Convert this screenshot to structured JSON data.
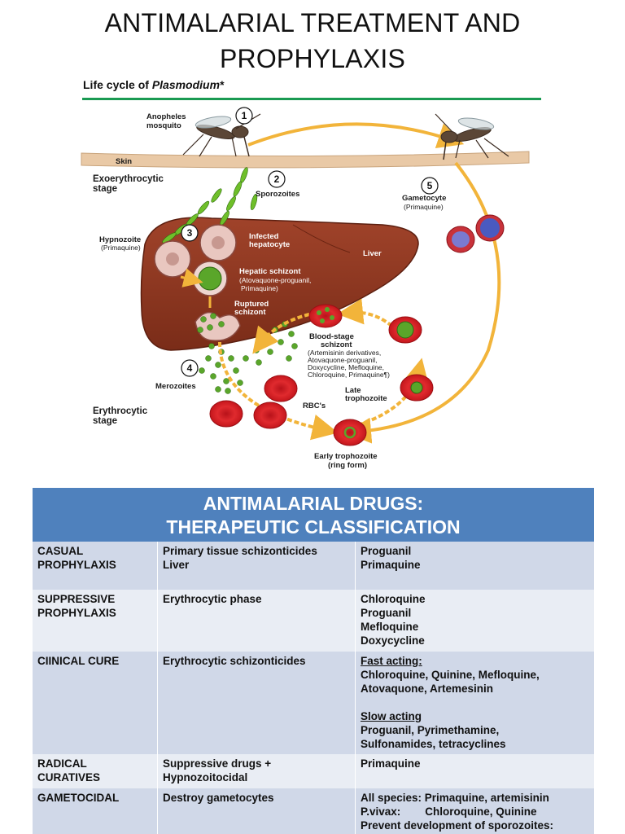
{
  "title": {
    "line1": "ANTIMALARIAL TREATMENT AND",
    "line2": "PROPHYLAXIS"
  },
  "figure": {
    "title_prefix": "Life cycle of ",
    "title_italic": "Plasmodium",
    "title_suffix": "*",
    "labels": {
      "mosquito": [
        "Anopheles",
        "mosquito"
      ],
      "skin": "Skin",
      "exo_stage": [
        "Exoerythrocytic",
        "stage"
      ],
      "sporozoites": "Sporozoites",
      "gametocyte": "Gametocyte",
      "gametocyte_drug": "(Primaquine)",
      "hypnozoite": "Hypnozoite",
      "hypnozoite_drug": "(Primaquine)",
      "infected_hepatocyte": [
        "Infected",
        "hepatocyte"
      ],
      "liver": "Liver",
      "hepatic_schizont": "Hepatic schizont",
      "hepatic_schizont_drugs": [
        "(Atovaquone-proguanil,",
        "Primaquine)"
      ],
      "ruptured_schizont": [
        "Ruptured",
        "schizont"
      ],
      "blood_stage_schizont": [
        "Blood-stage",
        "schizont"
      ],
      "blood_stage_drugs": [
        "(Artemisinin derivatives,",
        "Atovaquone-proguanil,",
        "Doxycycline, Mefloquine,",
        "Chloroquine, Primaquine¶)"
      ],
      "merozoites": "Merozoites",
      "rbcs": "RBC's",
      "late_trophozoite": [
        "Late",
        "trophozoite"
      ],
      "erythrocytic_stage": [
        "Erythrocytic",
        "stage"
      ],
      "early_trophozoite": [
        "Early trophozoite",
        "(ring form)"
      ],
      "steps": [
        "1",
        "2",
        "3",
        "4",
        "5"
      ]
    }
  },
  "table": {
    "header_line1": "ANTIMALARIAL DRUGS:",
    "header_line2": "THERAPEUTIC CLASSIFICATION",
    "rows": [
      {
        "category": [
          "CASUAL",
          "PROPHYLAXIS"
        ],
        "description": [
          "Primary tissue schizonticides",
          "Liver"
        ],
        "drugs": [
          "Proguanil",
          "Primaquine"
        ]
      },
      {
        "category": [
          "SUPPRESSIVE",
          "PROPHYLAXIS"
        ],
        "description": [
          "Erythrocytic phase"
        ],
        "drugs": [
          "Chloroquine",
          "Proguanil",
          "Mefloquine",
          "Doxycycline"
        ]
      },
      {
        "category": [
          "CIINICAL CURE"
        ],
        "description": [
          "Erythrocytic schizonticides"
        ],
        "fast_heading": "Fast acting:",
        "fast_drugs": [
          "Chloroquine, Quinine, Mefloquine,",
          "Atovaquone, Artemesinin"
        ],
        "slow_heading": "Slow acting",
        "slow_drugs": [
          "Proguanil, Pyrimethamine,",
          "Sulfonamides, tetracyclines"
        ]
      },
      {
        "category": [
          "RADICAL",
          "CURATIVES"
        ],
        "description": [
          "Suppressive drugs +",
          "Hypnozoitocidal"
        ],
        "drugs": [
          "Primaquine"
        ]
      },
      {
        "category": [
          "GAMETOCIDAL"
        ],
        "description": [
          "Destroy gametocytes"
        ],
        "drugs": [
          "All species: Primaquine, artemisinin",
          "P.vivax:        Chloroquine, Quinine",
          "Prevent development of sporozoites:"
        ]
      }
    ]
  }
}
